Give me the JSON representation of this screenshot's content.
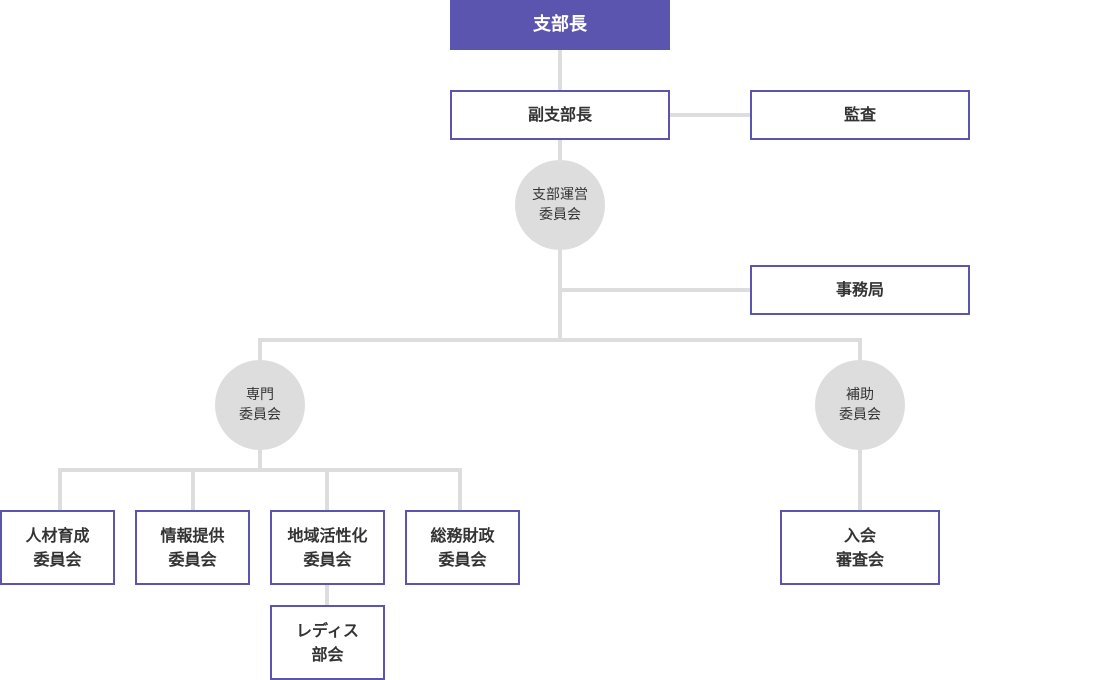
{
  "org": {
    "head": {
      "label": "支部長"
    },
    "vice": {
      "label": "副支部長"
    },
    "audit": {
      "label": "監査"
    },
    "steering": {
      "line1": "支部運営",
      "line2": "委員会"
    },
    "secretariat": {
      "label": "事務局"
    },
    "specialized": {
      "line1": "専門",
      "line2": "委員会"
    },
    "support": {
      "line1": "補助",
      "line2": "委員会"
    },
    "hr_dev": {
      "line1": "人材育成",
      "line2": "委員会"
    },
    "info": {
      "line1": "情報提供",
      "line2": "委員会"
    },
    "regional": {
      "line1": "地域活性化",
      "line2": "委員会"
    },
    "finance": {
      "line1": "総務財政",
      "line2": "委員会"
    },
    "ladies": {
      "line1": "レディス",
      "line2": "部会"
    },
    "admission": {
      "line1": "入会",
      "line2": "審査会"
    }
  },
  "colors": {
    "accent": "#5b55b0",
    "connector": "#dddddd",
    "text": "#333333"
  }
}
